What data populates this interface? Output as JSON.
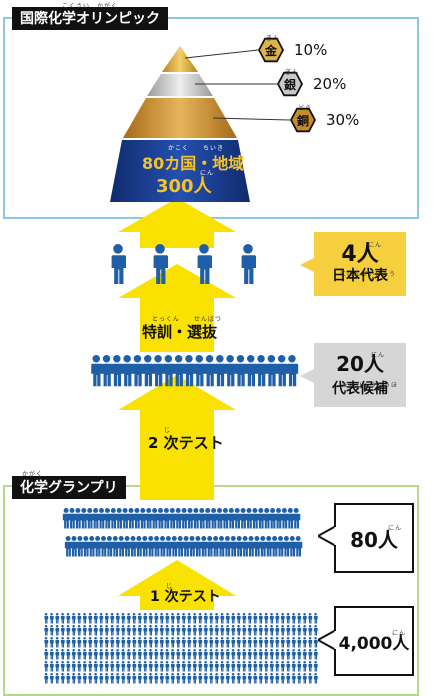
{
  "olympiad": {
    "title": "国際化学オリンピック",
    "title_ruby": "こくさい　かがく",
    "pyramid": {
      "base_line1": "80カ国・地域",
      "base_line1_ruby": "かこく　　ちいき",
      "base_line2": "300人",
      "base_line2_ruby": "にん"
    },
    "medals": [
      {
        "kanji": "金",
        "ruby": "きん",
        "percent": "10%",
        "color": "#e0b34a"
      },
      {
        "kanji": "銀",
        "ruby": "ぎん",
        "percent": "20%",
        "color": "#c9c9c9"
      },
      {
        "kanji": "銅",
        "ruby": "どう",
        "percent": "30%",
        "color": "#c98a2a"
      }
    ]
  },
  "representatives": {
    "count": "4人",
    "count_ruby": "にん",
    "label": "日本代表",
    "label_ruby": "にほんだいひょう"
  },
  "training": {
    "label": "特訓・選抜",
    "label_ruby": "とっくん　　せんばつ"
  },
  "candidates": {
    "count": "20人",
    "count_ruby": "にん",
    "label": "代表候補",
    "label_ruby": "だいひょうこうほ"
  },
  "second_test": {
    "label": "2 次テスト",
    "ruby": "じ"
  },
  "grandprix": {
    "title": "化学グランプリ",
    "title_ruby": "かがく"
  },
  "first_round": {
    "count": "80人",
    "count_ruby": "にん"
  },
  "first_test": {
    "label": "1 次テスト",
    "ruby": "じ"
  },
  "participants": {
    "count": "4,000人",
    "count_ruby": "にん"
  },
  "colors": {
    "person": "#1f5fa8",
    "arrow": "#f9e100",
    "pyramid_base": "#1c3f94",
    "olympiad_frame": "#8cc8e6",
    "grandprix_frame": "#b9d98a"
  }
}
